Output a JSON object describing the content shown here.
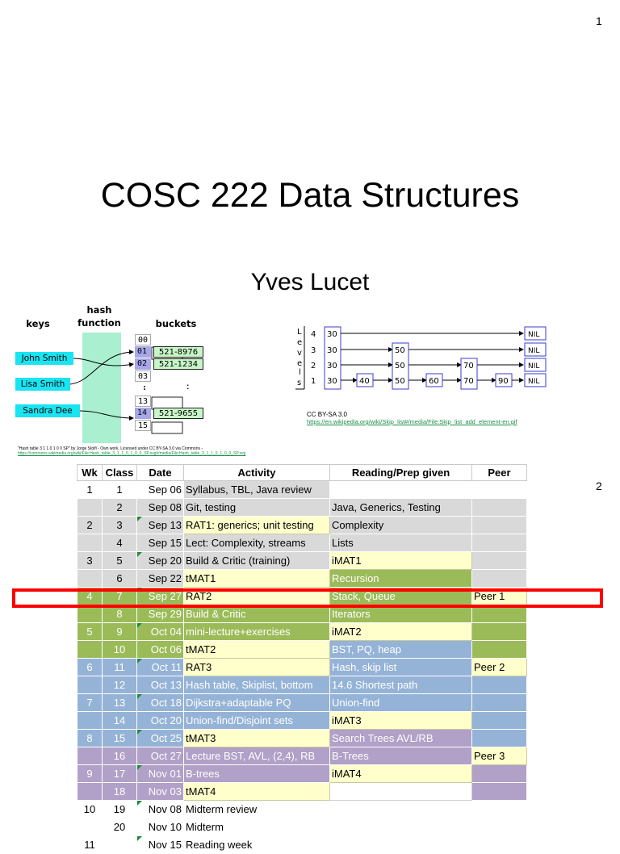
{
  "slide1": {
    "number": "1",
    "title": "COSC 222 Data Structures",
    "author": "Yves Lucet"
  },
  "hash_figure": {
    "header_keys": "keys",
    "header_hash_1": "hash",
    "header_hash_2": "function",
    "header_buckets": "buckets",
    "keys": [
      "John Smith",
      "Lisa Smith",
      "Sandra Dee"
    ],
    "buckets": [
      {
        "index": "00",
        "value": ""
      },
      {
        "index": "01",
        "value": "521-8976"
      },
      {
        "index": "02",
        "value": "521-1234"
      },
      {
        "index": "03",
        "value": ""
      },
      {
        "index": ":",
        "value": ":"
      },
      {
        "index": "13",
        "value": ""
      },
      {
        "index": "14",
        "value": "521-9655"
      },
      {
        "index": "15",
        "value": ""
      }
    ],
    "credit": "\"Hash table 3 1 1 0 1 0 0 SP\" by Jorge Stolfi - Own work. Licensed under CC BY-SA 3.0 via Commons -",
    "credit_link": "https://commons.wikimedia.org/wiki/File:Hash_table_3_1_1_0_1_0_0_SP.svg#/media/File:Hash_table_3_1_1_0_1_0_0_SP.svg"
  },
  "skiplist_figure": {
    "axis_letters": [
      "L",
      "e",
      "v",
      "e",
      "l",
      "s"
    ],
    "levels": [
      "4",
      "3",
      "2",
      "1"
    ],
    "head": [
      "30",
      "30",
      "30",
      "30"
    ],
    "nodes": [
      "40",
      "50",
      "60",
      "70",
      "90"
    ],
    "upper_50": "50",
    "upper_70": "70",
    "nil": "NIL",
    "caption": "CC BY-SA 3.0",
    "link": "https://en.wikipedia.org/wiki/Skip_list#/media/File:Skip_list_add_element-en.gif"
  },
  "slide2": {
    "number": "2"
  },
  "schedule": {
    "headers": [
      "Wk",
      "Class",
      "Date",
      "Activity",
      "Reading/Prep given",
      "Peer"
    ],
    "rows": [
      {
        "wk": "1",
        "cls": "1",
        "date": "Sep 06",
        "activity": "Syllabus, TBL, Java review",
        "reading": "",
        "peer": ""
      },
      {
        "wk": "",
        "cls": "2",
        "date": "Sep 08",
        "activity": "Git, testing",
        "reading": "Java, Generics, Testing",
        "peer": ""
      },
      {
        "wk": "2",
        "cls": "3",
        "date": "Sep 13",
        "activity": "RAT1: generics; unit testing",
        "reading": "Complexity",
        "peer": ""
      },
      {
        "wk": "",
        "cls": "4",
        "date": "Sep 15",
        "activity": "Lect: Complexity, streams",
        "reading": "Lists",
        "peer": ""
      },
      {
        "wk": "3",
        "cls": "5",
        "date": "Sep 20",
        "activity": "Build & Critic (training)",
        "reading": "iMAT1",
        "peer": ""
      },
      {
        "wk": "",
        "cls": "6",
        "date": "Sep 22",
        "activity": "tMAT1",
        "reading": "Recursion",
        "peer": ""
      },
      {
        "wk": "4",
        "cls": "7",
        "date": "Sep 27",
        "activity": "RAT2",
        "reading": "Stack, Queue",
        "peer": "Peer 1"
      },
      {
        "wk": "",
        "cls": "8",
        "date": "Sep 29",
        "activity": "Build & Critic",
        "reading": "Iterators",
        "peer": ""
      },
      {
        "wk": "5",
        "cls": "9",
        "date": "Oct 04",
        "activity": "mini-lecture+exercises",
        "reading": "iMAT2",
        "peer": ""
      },
      {
        "wk": "",
        "cls": "10",
        "date": "Oct 06",
        "activity": "tMAT2",
        "reading": "BST, PQ, heap",
        "peer": ""
      },
      {
        "wk": "6",
        "cls": "11",
        "date": "Oct 11",
        "activity": "RAT3",
        "reading": "Hash, skip list",
        "peer": "Peer 2"
      },
      {
        "wk": "",
        "cls": "12",
        "date": "Oct 13",
        "activity": "Hash table, Skiplist, bottom",
        "reading": "14.6 Shortest path",
        "peer": ""
      },
      {
        "wk": "7",
        "cls": "13",
        "date": "Oct 18",
        "activity": "Dijkstra+adaptable PQ",
        "reading": "Union-find",
        "peer": ""
      },
      {
        "wk": "",
        "cls": "14",
        "date": "Oct 20",
        "activity": "Union-find/Disjoint sets",
        "reading": "iMAT3",
        "peer": ""
      },
      {
        "wk": "8",
        "cls": "15",
        "date": "Oct 25",
        "activity": "tMAT3",
        "reading": "Search Trees AVL/RB",
        "peer": ""
      },
      {
        "wk": "",
        "cls": "16",
        "date": "Oct 27",
        "activity": "Lecture BST, AVL, (2,4), RB",
        "reading": "B-Trees",
        "peer": "Peer 3"
      },
      {
        "wk": "9",
        "cls": "17",
        "date": "Nov 01",
        "activity": "B-trees",
        "reading": "iMAT4",
        "peer": ""
      },
      {
        "wk": "",
        "cls": "18",
        "date": "Nov 03",
        "activity": "tMAT4",
        "reading": "",
        "peer": ""
      },
      {
        "wk": "10",
        "cls": "19",
        "date": "Nov 08",
        "activity": "Midterm review",
        "reading": "",
        "peer": ""
      },
      {
        "wk": "",
        "cls": "20",
        "date": "Nov 10",
        "activity": "Midterm",
        "reading": "",
        "peer": ""
      },
      {
        "wk": "11",
        "cls": "",
        "date": "Nov 15",
        "activity": "Reading week",
        "reading": "",
        "peer": ""
      }
    ]
  },
  "colors": {
    "gray": "#d9d9d9",
    "green": "#9bbb59",
    "blue": "#95b3d7",
    "purple": "#b1a0c7",
    "yellow": "#ffffcc",
    "highlight": "#ff0000"
  }
}
